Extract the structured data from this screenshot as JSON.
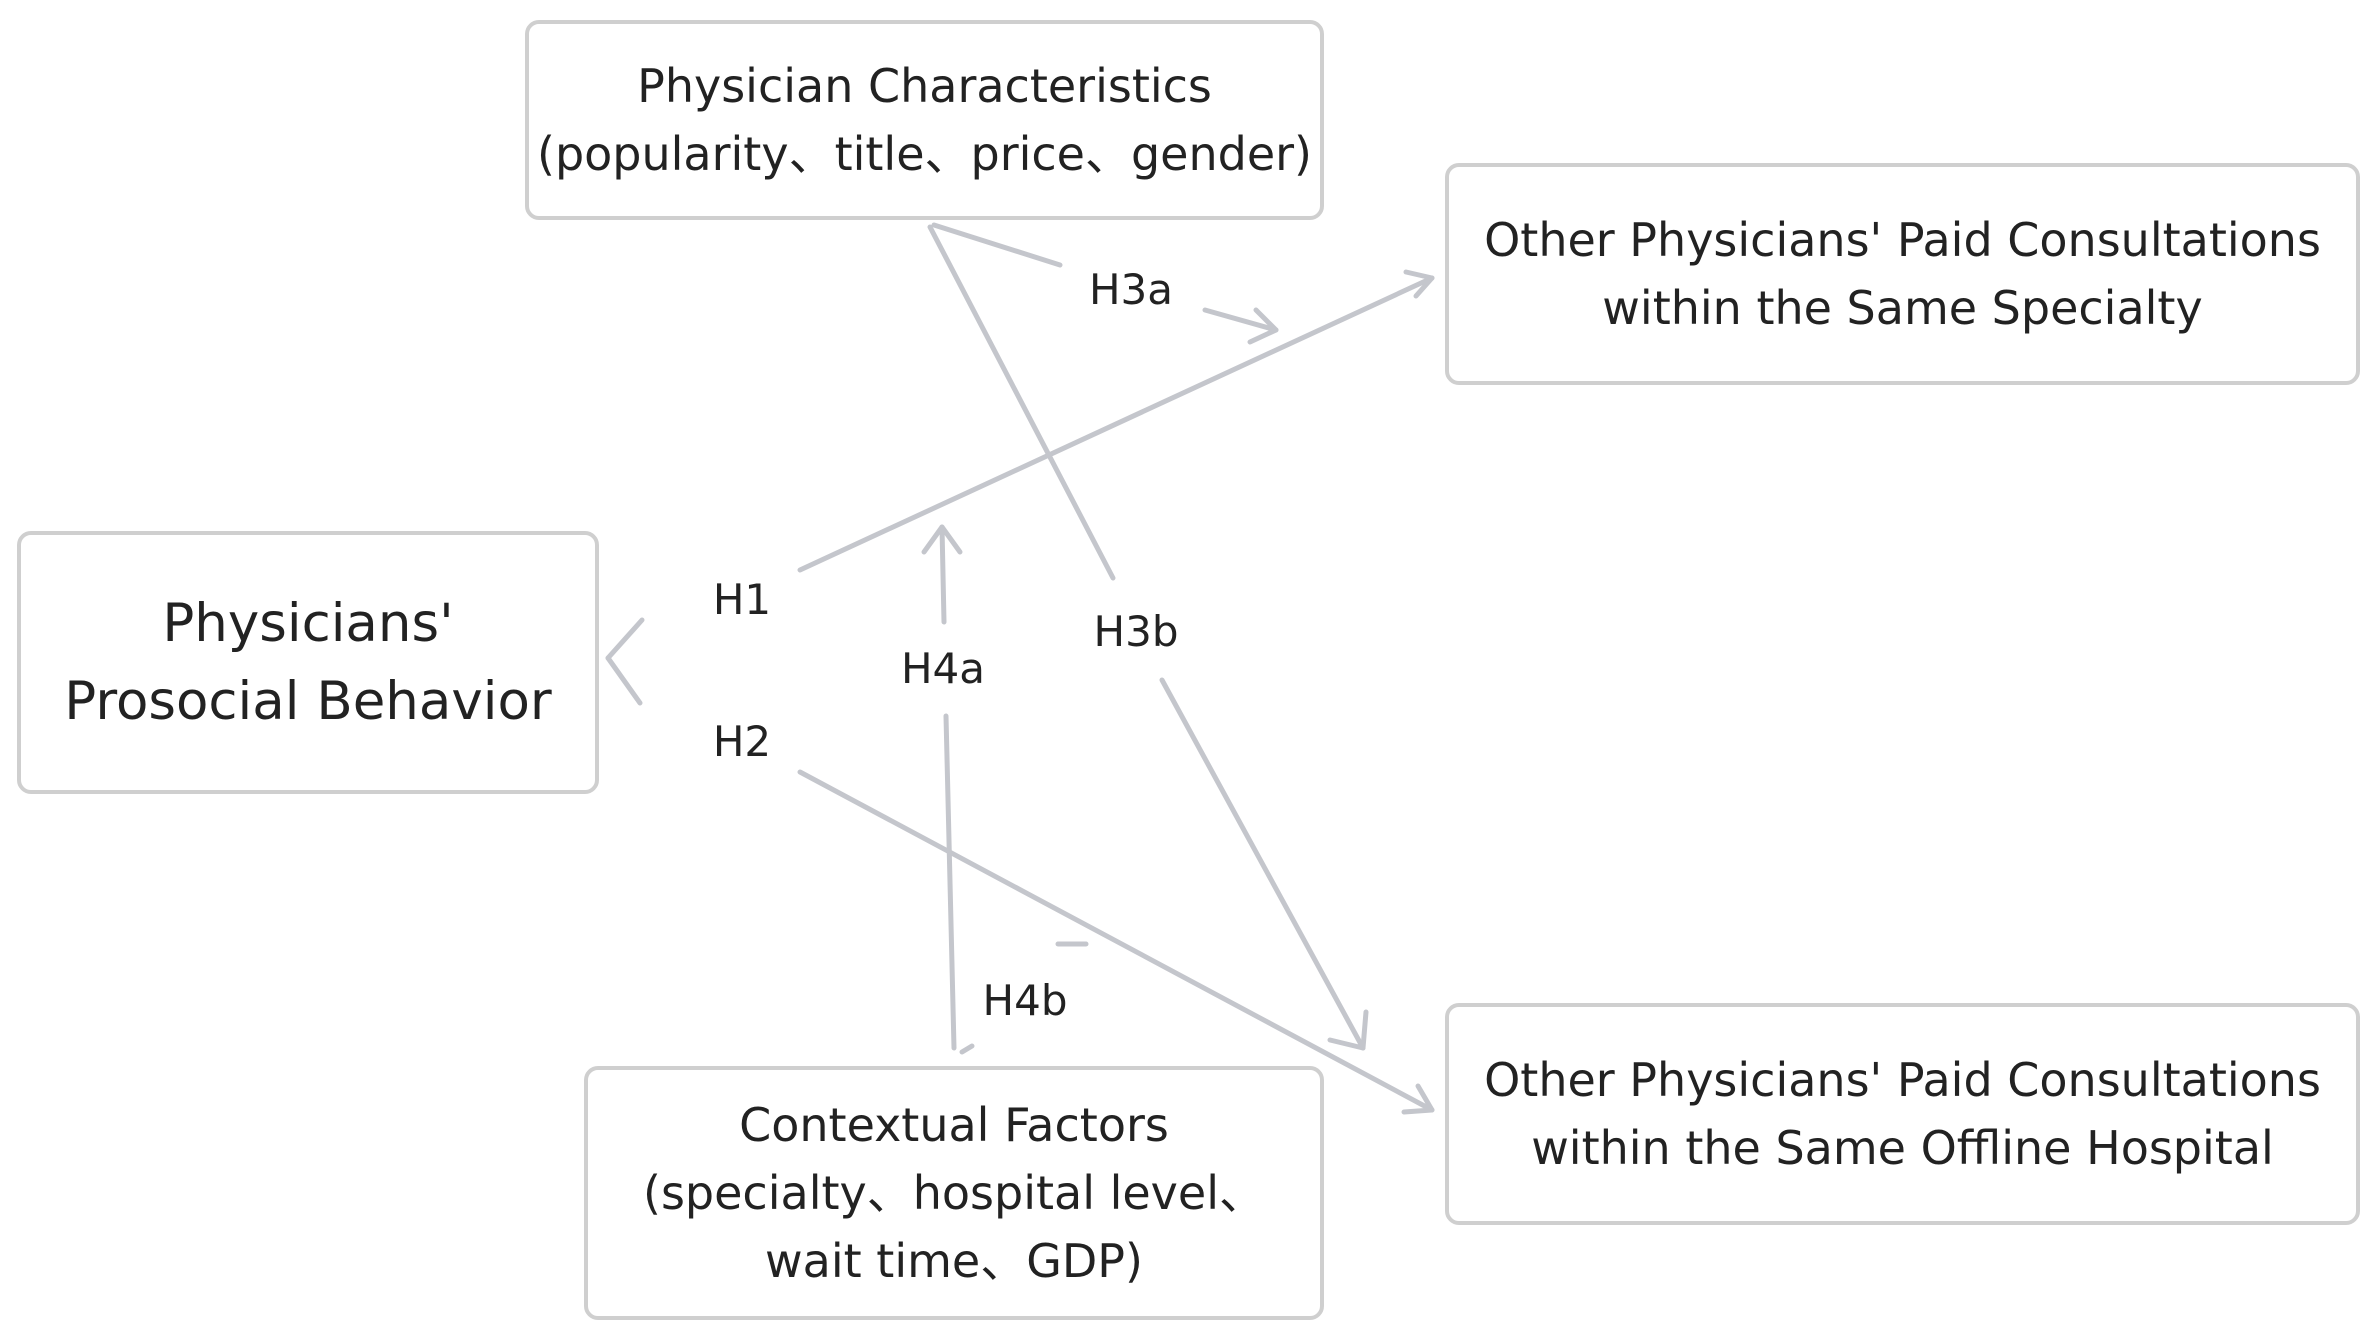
{
  "nodes": {
    "physician_characteristics": {
      "line1": "Physician Characteristics",
      "line2": "(popularity、title、price、gender)"
    },
    "prosocial_behavior": {
      "line1": "Physicians'",
      "line2": "Prosocial Behavior"
    },
    "same_specialty": {
      "line1": "Other Physicians' Paid Consultations",
      "line2": "within the Same Specialty"
    },
    "same_hospital": {
      "line1": "Other Physicians' Paid Consultations",
      "line2": "within the Same Offline Hospital"
    },
    "contextual_factors": {
      "line1": "Contextual Factors",
      "line2": "(specialty、hospital level、",
      "line3": "wait time、GDP)"
    }
  },
  "edges": {
    "h1": "H1",
    "h2": "H2",
    "h3a": "H3a",
    "h3b": "H3b",
    "h4a": "H4a",
    "h4b": "H4b"
  },
  "colors": {
    "edge": "#c4c6cc",
    "border": "#cfcfcf",
    "text": "#222222"
  }
}
